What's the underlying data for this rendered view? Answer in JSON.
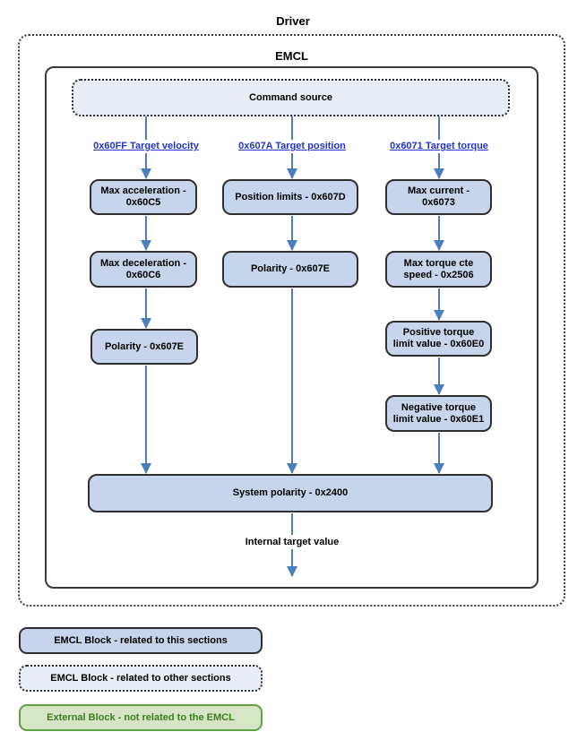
{
  "titles": {
    "outer": "Driver",
    "inner": "EMCL"
  },
  "command_source": {
    "label": "Command source"
  },
  "columns": [
    {
      "link": "0x60FF Target velocity",
      "blocks": [
        "Max acceleration - 0x60C5",
        "Max deceleration - 0x60C6",
        "Polarity - 0x607E"
      ]
    },
    {
      "link": "0x607A Target position",
      "blocks": [
        "Position limits - 0x607D",
        "Polarity - 0x607E"
      ]
    },
    {
      "link": "0x6071 Target torque",
      "blocks": [
        "Max current - 0x6073",
        "Max torque cte speed - 0x2506",
        "Positive torque limit value - 0x60E0",
        "Negative torque limit value - 0x60E1"
      ]
    }
  ],
  "system_block": {
    "label": "System polarity - 0x2400"
  },
  "output": {
    "label": "Internal target value"
  },
  "legend": [
    {
      "label": "EMCL Block - related to this sections",
      "style": "emcl-this"
    },
    {
      "label": "EMCL Block - related to other sections",
      "style": "emcl-other"
    },
    {
      "label": "External Block - not related to the EMCL",
      "style": "external"
    }
  ],
  "colors": {
    "node_fill": "#c6d4ec",
    "node_border": "#2f2f2f",
    "dotted_fill": "#e9edf8",
    "arrow": "#4a7ebd",
    "link": "#2133cc",
    "external_fill": "#d5e5c6",
    "external_border": "#62a044",
    "external_text": "#3c7d1f"
  }
}
